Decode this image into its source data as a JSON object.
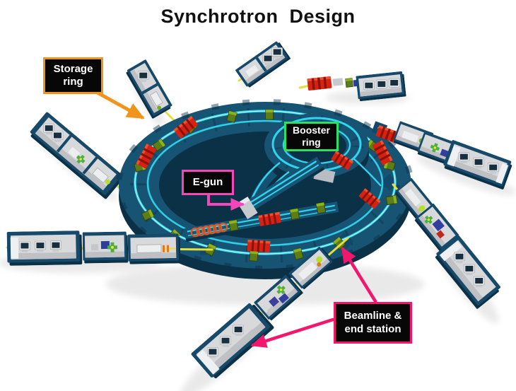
{
  "header": {
    "title": "Synchrotron  Design"
  },
  "labels": {
    "storage_ring": {
      "line1": "Storage",
      "line2": "ring",
      "border_color": "#F0941C"
    },
    "booster_ring": {
      "line1": "Booster",
      "line2": "ring",
      "border_color": "#2BE063"
    },
    "e_gun": {
      "text": "E-gun",
      "border_color": "#F545BB"
    },
    "beamline_end_station": {
      "line1": "Beamline &",
      "line2": "end station",
      "border_color": "#F2176C"
    }
  },
  "colors": {
    "background": "#FFFFFF",
    "title_text": "#111111",
    "label_background": "#070707",
    "label_text": "#FFFFFF",
    "storage_ring_accent": "#F0941C",
    "booster_ring_accent": "#2BE063",
    "e_gun_accent": "#F545BB",
    "beamline_accent": "#F2176C",
    "ring_wall": "#175373",
    "ring_wall_shadow": "#0B3147",
    "beam_pipe_cyan": "#2FD5EE",
    "dipole_magnet_red": "#D42313",
    "quadrupole_magnet_green": "#5C7D18",
    "photon_beam_yellow": "#E4DF3C",
    "hutch_floor": "#D8D9DB",
    "equipment_gray": "#C6C9CE"
  }
}
